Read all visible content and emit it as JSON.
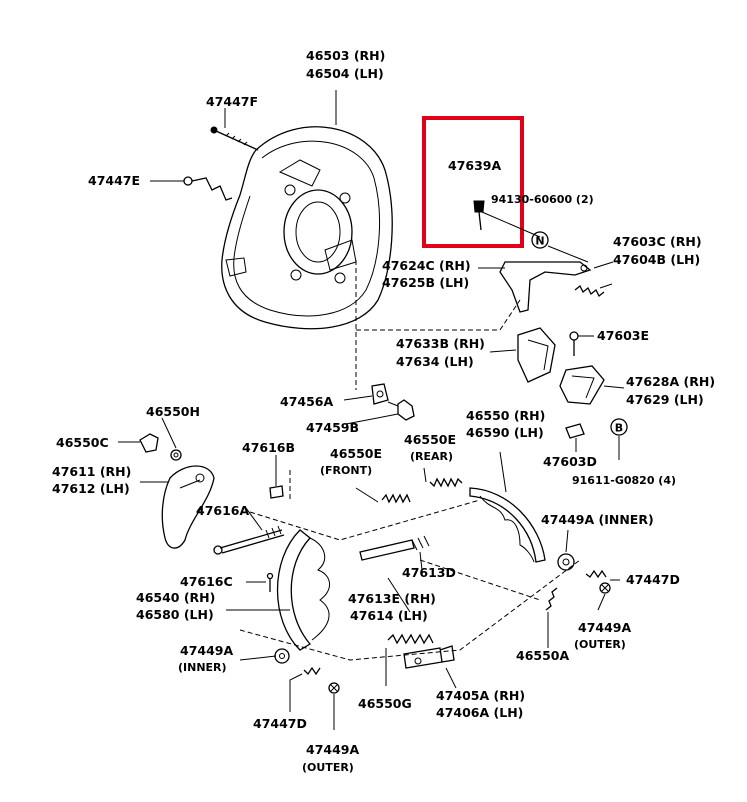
{
  "labels": {
    "p46503": "46503 (RH)",
    "p46504": "46504 (LH)",
    "p47447F": "47447F",
    "p47447E": "47447E",
    "p47639A": "47639A",
    "p94130": "94130-60600 (2)",
    "p47603C": "47603C (RH)",
    "p47604B": "47604B (LH)",
    "p47624C": "47624C (RH)",
    "p47625B": "47625B (LH)",
    "p47633B": "47633B (RH)",
    "p47634": "47634 (LH)",
    "p47603E": "47603E",
    "p47628A": "47628A (RH)",
    "p47629": "47629 (LH)",
    "p47456A": "47456A",
    "p47459B": "47459B",
    "p46550H": "46550H",
    "p46550C": "46550C",
    "p46550R": "46550 (RH)",
    "p46590": "46590 (LH)",
    "p47603D": "47603D",
    "p91611": "91611-G0820 (4)",
    "p47611": "47611 (RH)",
    "p47612": "47612 (LH)",
    "p47616B": "47616B",
    "p46550Ef": "46550E",
    "front": "(FRONT)",
    "p46550Er": "46550E",
    "rear": "(REAR)",
    "p47449Ai1": "47449A (INNER)",
    "p47616A": "47616A",
    "p47616C": "47616C",
    "p47447D1": "47447D",
    "p46540": "46540 (RH)",
    "p46580": "46580 (LH)",
    "p47613D": "47613D",
    "p47613E": "47613E (RH)",
    "p47614": "47614 (LH)",
    "p47449Ao1": "47449A",
    "outer1": "(OUTER)",
    "p46550A": "46550A",
    "p47449Ai2": "47449A",
    "inner2": "(INNER)",
    "p47447D2": "47447D",
    "p46550G": "46550G",
    "p47405A": "47405A (RH)",
    "p47406A": "47406A (LH)",
    "p47449Ao2": "47449A",
    "outer2": "(OUTER)",
    "markN": "N",
    "markB": "B"
  },
  "colors": {
    "callout": "#e0001a",
    "ink": "#000000",
    "background": "#ffffff"
  }
}
